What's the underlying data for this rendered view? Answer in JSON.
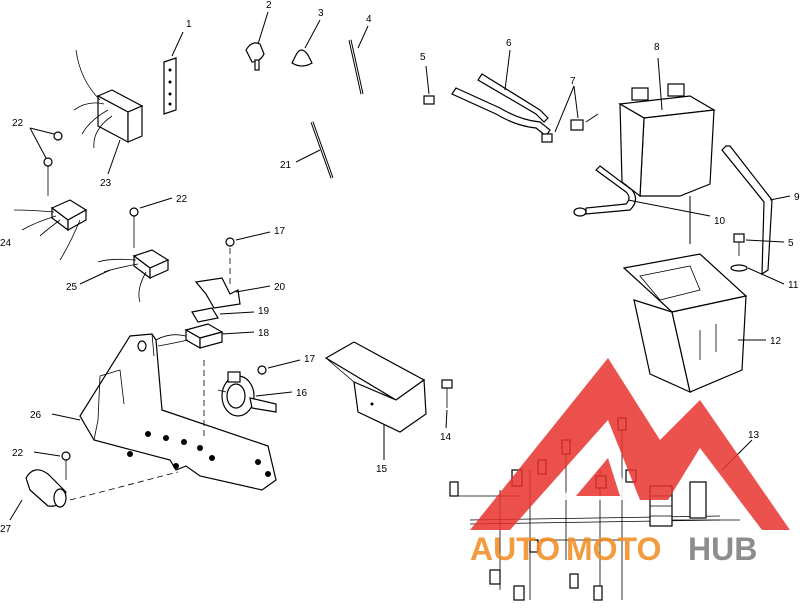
{
  "callouts": [
    "1",
    "2",
    "3",
    "4",
    "5",
    "6",
    "7",
    "8",
    "9",
    "10",
    "11",
    "12",
    "13",
    "14",
    "15",
    "16",
    "17",
    "18",
    "19",
    "20",
    "21",
    "22",
    "23",
    "24",
    "25",
    "26",
    "27"
  ],
  "watermark": {
    "word1": "AUTO",
    "word2": "MOTO",
    "word3": "HUB",
    "color_red": "#e8322e",
    "color_orange": "#f08a1e",
    "color_gray": "#7a7a7a"
  }
}
